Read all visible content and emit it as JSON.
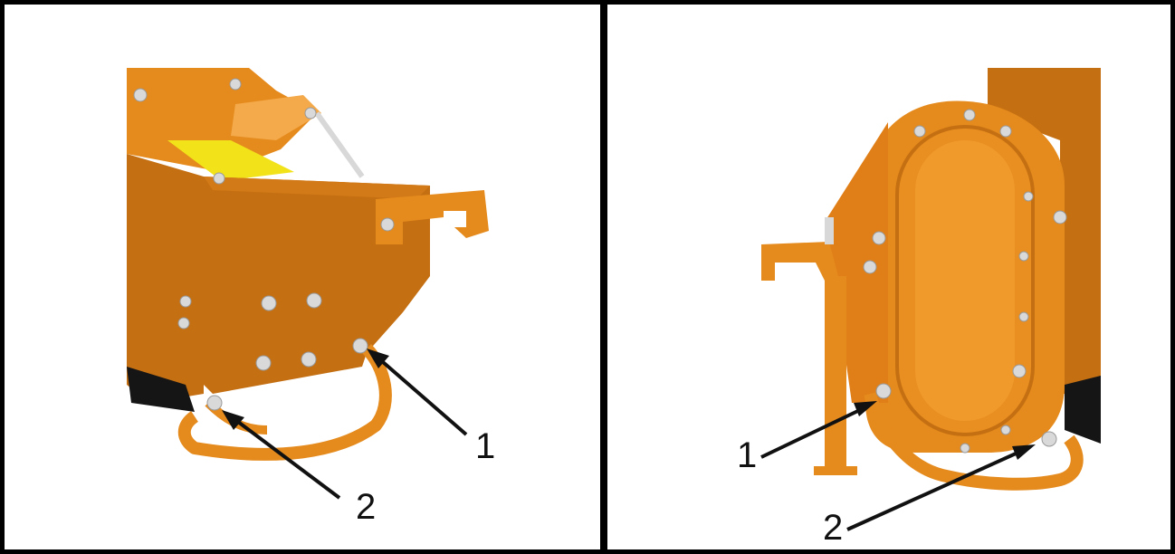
{
  "figures": [
    {
      "id": "left",
      "callouts": [
        {
          "label": "1"
        },
        {
          "label": "2"
        }
      ]
    },
    {
      "id": "right",
      "callouts": [
        {
          "label": "1"
        },
        {
          "label": "2"
        }
      ]
    }
  ],
  "colors": {
    "body_orange": "#E58A1C",
    "shadow_orange": "#B8650F",
    "light_orange": "#F4A94A",
    "bolt": "#D9D9D9",
    "arrow": "#111111",
    "label_yellow": "#F2E21A"
  }
}
